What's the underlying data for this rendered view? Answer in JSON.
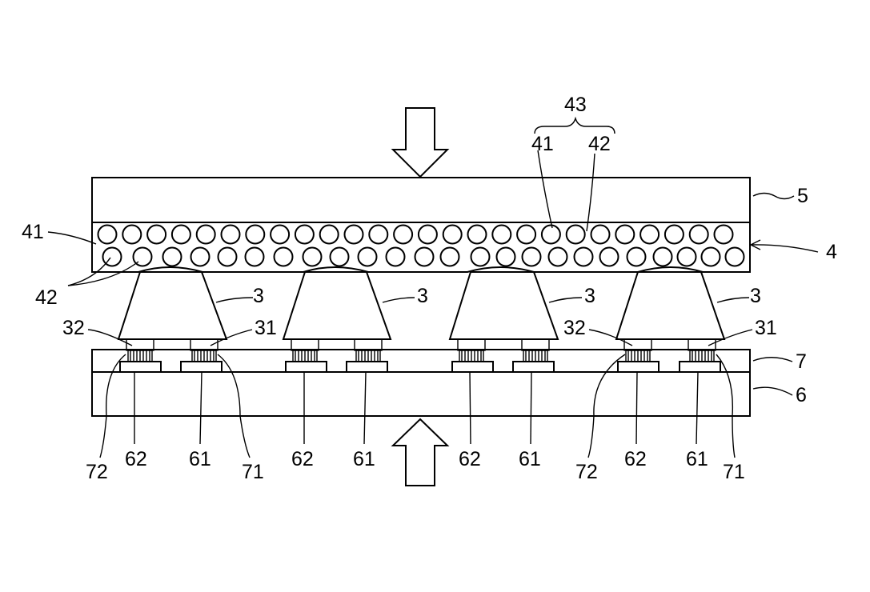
{
  "figure": {
    "labels": {
      "group_43": "43",
      "particle_41": "41",
      "particle_42": "42",
      "layer_5": "5",
      "layer_4": "4",
      "layer_7": "7",
      "substrate_6": "6",
      "chip_3": "3",
      "bump_31": "31",
      "bump_32": "32",
      "pad_61": "61",
      "pad_62": "62",
      "joint_71": "71",
      "joint_72": "72"
    }
  }
}
